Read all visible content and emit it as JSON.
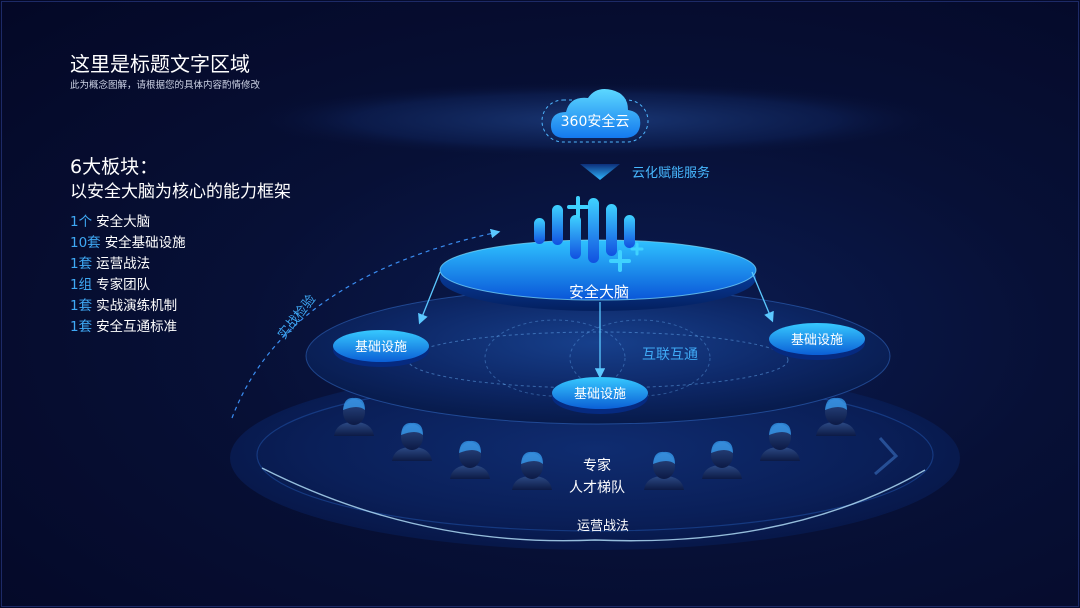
{
  "header": {
    "title": "这里是标题文字区域",
    "subtitle": "此为概念图解，请根据您的具体内容酌情修改"
  },
  "summary": {
    "heading": "6大板块：",
    "subheading": "以安全大脑为核心的能力框架",
    "items": [
      {
        "qty": "1个",
        "label": "安全大脑"
      },
      {
        "qty": "10套",
        "label": "安全基础设施"
      },
      {
        "qty": "1套",
        "label": "运营战法"
      },
      {
        "qty": "1组",
        "label": "专家团队"
      },
      {
        "qty": "1套",
        "label": "实战演练机制"
      },
      {
        "qty": "1套",
        "label": "安全互通标准"
      }
    ]
  },
  "diagram": {
    "cloud_label": "360安全云",
    "cloud_service": "云化赋能服务",
    "brain_label": "安全大脑",
    "infra_left": "基础设施",
    "infra_center": "基础设施",
    "infra_right": "基础设施",
    "interconnect": "互联互通",
    "experts_line1": "专家",
    "experts_line2": "人才梯队",
    "operations": "运营战法",
    "practice": "实战检验"
  },
  "colors": {
    "background": "#050a2c",
    "accent_blue": "#3fa9f5",
    "cyan": "#3ad7ff",
    "disc_top": "#1fb6ff",
    "text": "#ffffff"
  }
}
